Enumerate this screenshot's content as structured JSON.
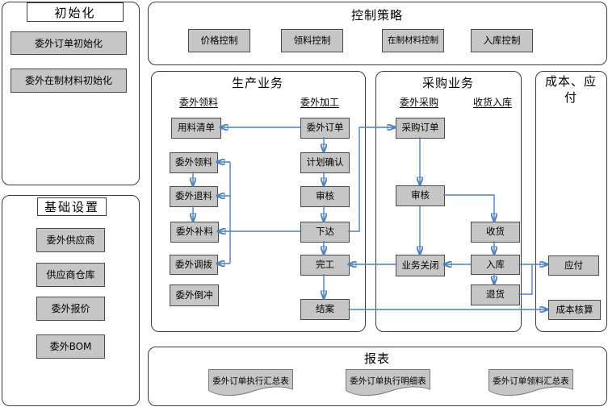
{
  "colors": {
    "node_fill": "#c6c6c6",
    "node_border": "#4a4a4a",
    "container_border": "#3c3c3c",
    "connector_blue": "#4f81bd",
    "background": "#ffffff"
  },
  "sections": {
    "init": {
      "title": "初始化",
      "items": [
        "委外订单初始化",
        "委外在制材料初始化"
      ]
    },
    "base": {
      "title": "基础设置",
      "items": [
        "委外供应商",
        "供应商仓库",
        "委外报价",
        "委外BOM"
      ]
    },
    "control": {
      "title": "控制策略",
      "items": [
        "价格控制",
        "领料控制",
        "在制材料控制",
        "入库控制"
      ]
    },
    "production": {
      "title": "生产业务",
      "columns": [
        {
          "header": "委外领料",
          "items": [
            "用料清单",
            "委外领料",
            "委外退料",
            "委外补料",
            "委外调拨",
            "委外倒冲"
          ]
        },
        {
          "header": "委外加工",
          "items": [
            "委外订单",
            "计划确认",
            "审核",
            "下达",
            "完工",
            "结案"
          ]
        }
      ]
    },
    "purchase": {
      "title": "采购业务",
      "columns": [
        {
          "header": "委外采购",
          "items": [
            "采购订单",
            "审核",
            "业务关闭"
          ]
        },
        {
          "header": "收货入库",
          "items": [
            "收货",
            "入库",
            "退货"
          ]
        }
      ]
    },
    "cost": {
      "title": "成本、应付",
      "items": [
        "应付",
        "成本核算"
      ]
    },
    "report": {
      "title": "报表",
      "items": [
        "委外订单执行汇总表",
        "委外订单执行明细表",
        "委外订单领料汇总表"
      ]
    }
  },
  "edges": [
    "委外订单→用料清单",
    "委外订单→计划确认",
    "计划确认→审核",
    "审核→下达",
    "下达→完工",
    "完工→结案",
    "下达→委外补料",
    "下达分支→委外领料",
    "下达分支→委外退料",
    "下达分支→委外调拨",
    "委外领料→委外退料",
    "委外退料→委外补料",
    "下达→采购订单",
    "采购订单→审核",
    "审核→业务关闭",
    "审核→收货",
    "收货→入库",
    "入库→退货",
    "入库→业务关闭",
    "业务关闭→完工",
    "入库→应付",
    "退货→应付",
    "结案→成本核算"
  ]
}
